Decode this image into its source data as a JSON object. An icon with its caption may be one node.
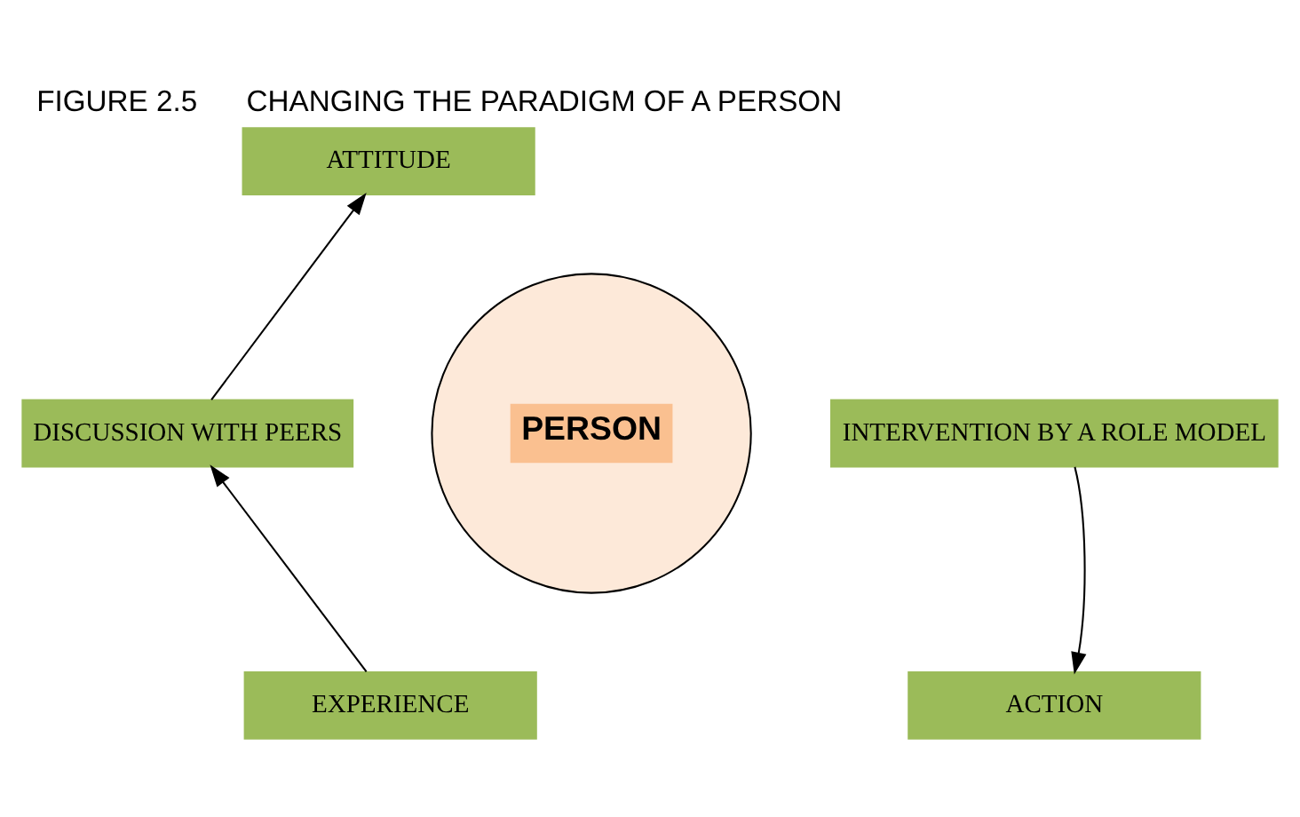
{
  "diagram": {
    "title": "FIGURE 2.5      CHANGING THE PARADIGM OF A PERSON",
    "nodes": [
      {
        "text": [
          "ATTITUDE"
        ]
      },
      {
        "text": [
          "INTERVENTION BY A ROLE MODEL"
        ]
      },
      {
        "text": [
          "DISCUSSION WITH PEERS"
        ]
      },
      {
        "text": [
          "PERSON"
        ]
      },
      {
        "text": [
          "EXPERIENCE"
        ]
      },
      {
        "text": [
          "ACTION"
        ]
      }
    ],
    "edges": [
      {
        "from": 2,
        "to": 0,
        "arrow": "to"
      },
      {
        "from": 4,
        "to": 2,
        "arrow": "to"
      },
      {
        "from": 1,
        "to": 5,
        "arrow": "to"
      }
    ]
  }
}
